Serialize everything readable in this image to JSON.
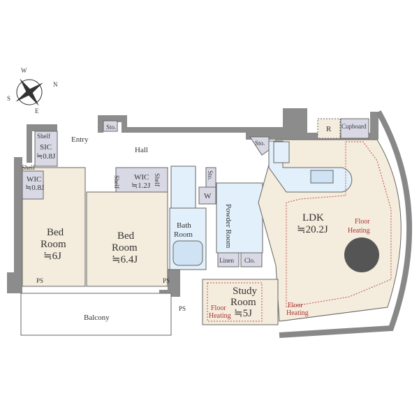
{
  "compass": {
    "n": "N",
    "s": "S",
    "e": "E",
    "w": "W"
  },
  "rooms": {
    "entry": "Entry",
    "hall": "Hall",
    "sto_entry": "Sto.",
    "sto_hall": "Sto.",
    "sto_kitchen": "Sto.",
    "sic_shelf": "Shelf",
    "sic_name": "SIC",
    "sic_size": "≒0.8J",
    "wic1_shelf": "Shelf",
    "wic1_name": "WIC",
    "wic1_size": "≒0.8J",
    "wic2_shelf_left": "Shelf",
    "wic2_name": "WIC",
    "wic2_size": "≒1.2J",
    "wic2_shelf_right": "Shelf",
    "washer": "W",
    "powder": "Powder Room",
    "bath_line1": "Bath",
    "bath_line2": "Room",
    "linen": "Linen",
    "closet": "Clo.",
    "bed1_line1": "Bed",
    "bed1_line2": "Room",
    "bed1_size": "≒6J",
    "bed2_line1": "Bed",
    "bed2_line2": "Room",
    "bed2_size": "≒6.4J",
    "ps1": "PS",
    "ps2": "PS",
    "ps3": "PS",
    "balcony": "Balcony",
    "study_line1": "Study",
    "study_line2": "Room",
    "study_size": "≒5J",
    "ldk": "LDK",
    "ldk_size": "≒20.2J",
    "fridge": "R",
    "cupboard": "Cupboard",
    "heat_ldk1_a": "Floor",
    "heat_ldk1_b": "Heating",
    "heat_ldk2_a": "Floor",
    "heat_ldk2_b": "Heating",
    "heat_study_a": "Floor",
    "heat_study_b": "Heating"
  },
  "colors": {
    "wall": "#8c8c8c",
    "room": "#f4ecdc",
    "wet": "#e2f0fb",
    "storage": "#d9d9e6",
    "heating": "#c0504d"
  }
}
